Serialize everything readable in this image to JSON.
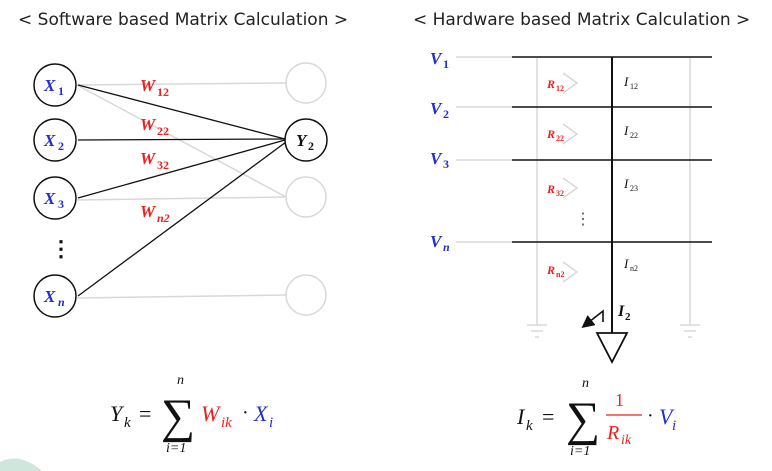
{
  "titles": {
    "left": "< Software based Matrix Calculation >",
    "right": "< Hardware based Matrix Calculation >"
  },
  "colors": {
    "red": "#e8231f",
    "blue": "#2330c8",
    "black": "#111111",
    "faded": "#d4d4d4"
  },
  "software": {
    "inputs": [
      {
        "sym": "X",
        "sub": "1"
      },
      {
        "sym": "X",
        "sub": "2"
      },
      {
        "sym": "X",
        "sub": "3"
      },
      {
        "sym": "X",
        "sub": "n"
      }
    ],
    "ellipsis": "⋮",
    "output": {
      "sym": "Y",
      "sub": "2"
    },
    "weights": [
      {
        "sym": "W",
        "sub": "12"
      },
      {
        "sym": "W",
        "sub": "22"
      },
      {
        "sym": "W",
        "sub": "32"
      },
      {
        "sym": "W",
        "sub": "n2"
      }
    ],
    "formula": {
      "lhs": "Y",
      "lhs_sub": "k",
      "eq": "=",
      "sum_top": "n",
      "sum_bottom": "i=1",
      "w": "W",
      "w_sub": "ik",
      "dot": "·",
      "x": "X",
      "x_sub": "i"
    }
  },
  "hardware": {
    "voltages": [
      {
        "sym": "V",
        "sub": "1"
      },
      {
        "sym": "V",
        "sub": "2"
      },
      {
        "sym": "V",
        "sub": "3"
      },
      {
        "sym": "V",
        "sub": "n"
      }
    ],
    "resistors": [
      {
        "sym": "R",
        "sub": "12"
      },
      {
        "sym": "R",
        "sub": "22"
      },
      {
        "sym": "R",
        "sub": "32"
      },
      {
        "sym": "R",
        "sub": "n2"
      }
    ],
    "currents": [
      {
        "sym": "I",
        "sub": "12"
      },
      {
        "sym": "I",
        "sub": "22"
      },
      {
        "sym": "I",
        "sub": "23"
      },
      {
        "sym": "I",
        "sub": "n2"
      }
    ],
    "ellipsis": "⋮",
    "output_current": {
      "sym": "I",
      "sub": "2"
    },
    "formula": {
      "lhs": "I",
      "lhs_sub": "k",
      "eq": "=",
      "sum_top": "n",
      "sum_bottom": "i=1",
      "num": "1",
      "den": "R",
      "den_sub": "ik",
      "dot": "·",
      "v": "V",
      "v_sub": "i"
    }
  }
}
